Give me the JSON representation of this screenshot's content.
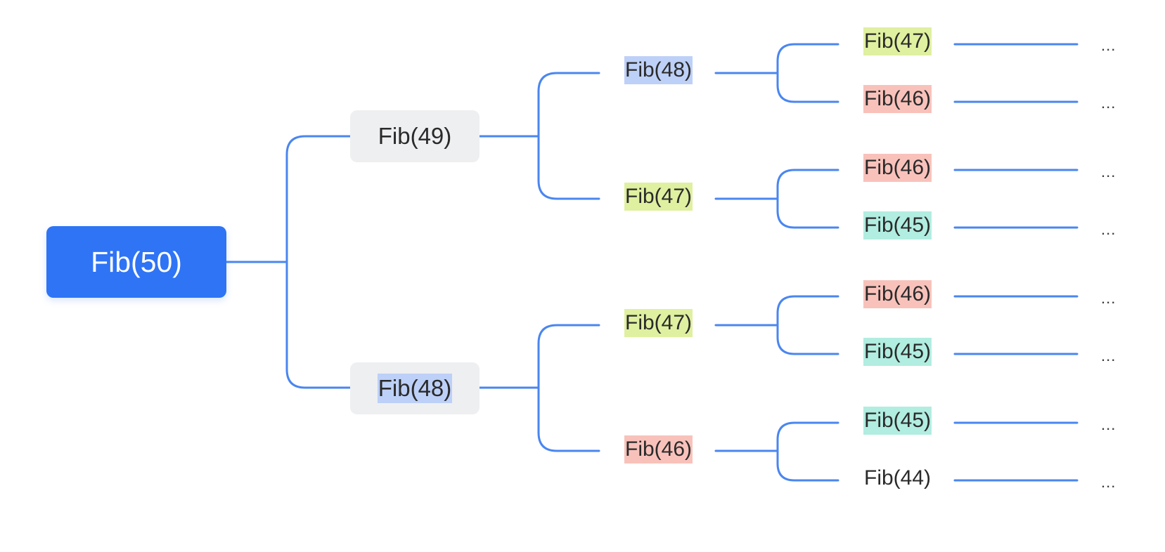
{
  "colors": {
    "connector": "#4a86f0",
    "root_fill": "#2e74f5",
    "level1_fill": "#eeeff1",
    "fib48_highlight": "#bdd0f7",
    "fib47_highlight": "#dff0a0",
    "fib46_highlight": "#f8c2bb",
    "fib45_highlight": "#b1ede0"
  },
  "tree": {
    "root": {
      "label": "Fib(50)"
    },
    "level1": [
      {
        "label": "Fib(49)",
        "highlight": ""
      },
      {
        "label": "Fib(48)",
        "highlight": "#bdd0f7"
      }
    ],
    "level2": [
      {
        "label": "Fib(48)",
        "highlight": "#bdd0f7"
      },
      {
        "label": "Fib(47)",
        "highlight": "#dff0a0"
      },
      {
        "label": "Fib(47)",
        "highlight": "#dff0a0"
      },
      {
        "label": "Fib(46)",
        "highlight": "#f8c2bb"
      }
    ],
    "level3": [
      {
        "label": "Fib(47)",
        "highlight": "#dff0a0"
      },
      {
        "label": "Fib(46)",
        "highlight": "#f8c2bb"
      },
      {
        "label": "Fib(46)",
        "highlight": "#f8c2bb"
      },
      {
        "label": "Fib(45)",
        "highlight": "#b1ede0"
      },
      {
        "label": "Fib(46)",
        "highlight": "#f8c2bb"
      },
      {
        "label": "Fib(45)",
        "highlight": "#b1ede0"
      },
      {
        "label": "Fib(45)",
        "highlight": "#b1ede0"
      },
      {
        "label": "Fib(44)",
        "highlight": ""
      }
    ],
    "continuation": "..."
  }
}
